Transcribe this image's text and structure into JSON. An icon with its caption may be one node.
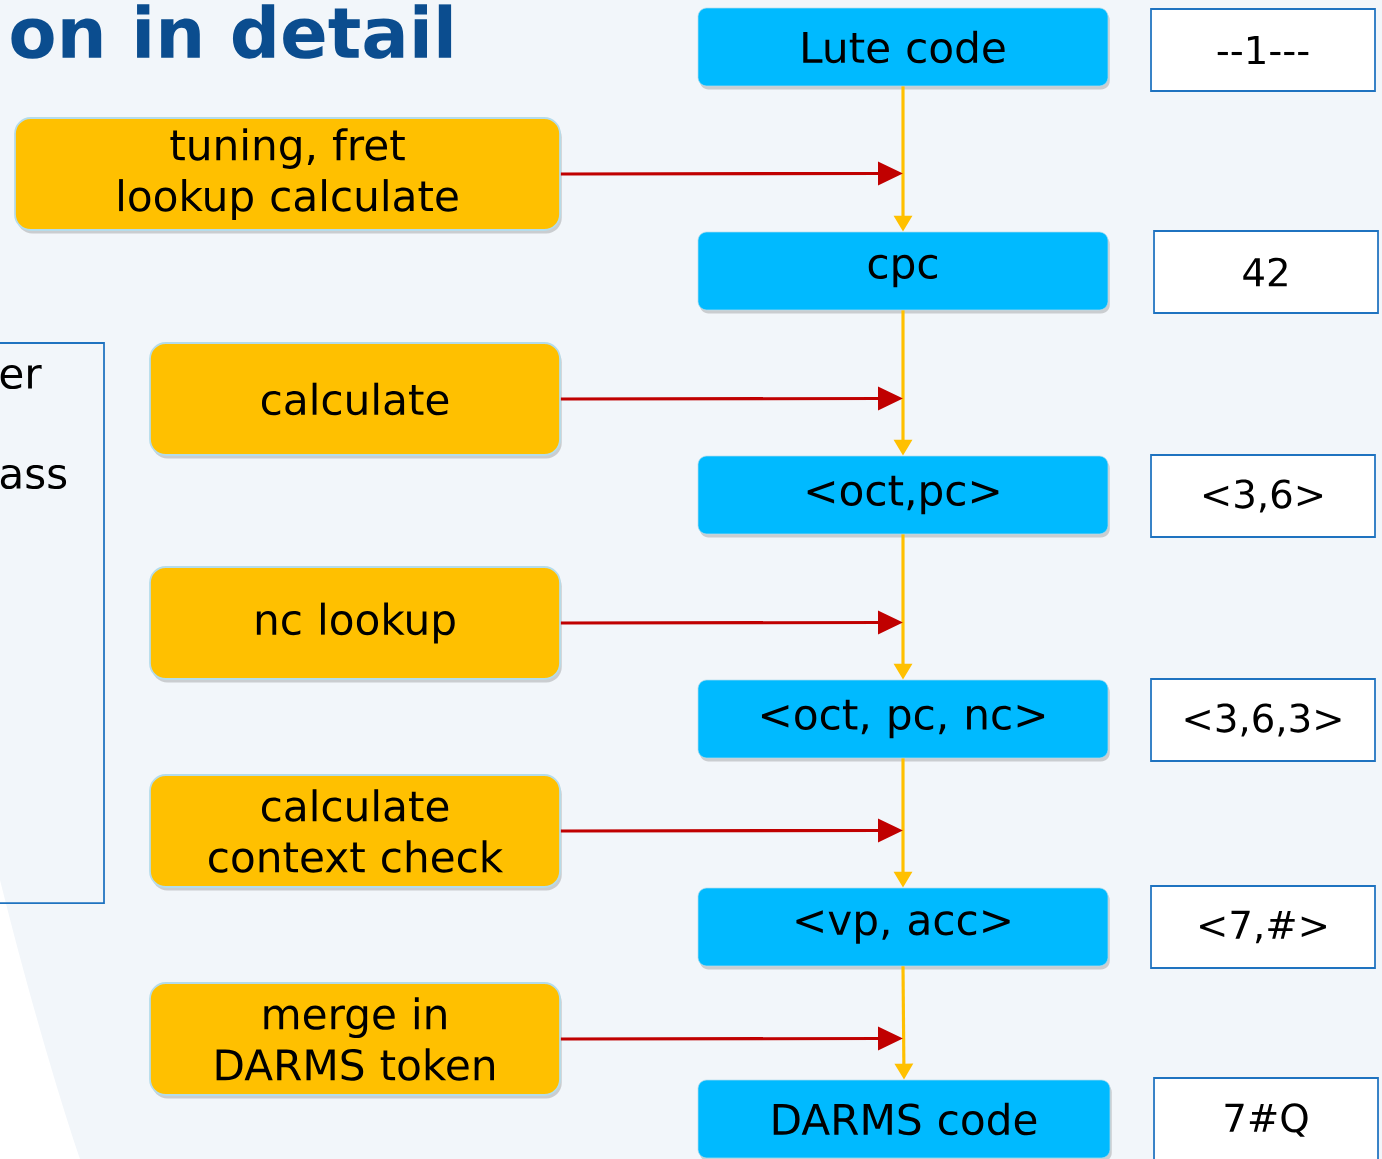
{
  "diagram": {
    "title": "on in detail",
    "nodes": [
      {
        "text": [
          "er",
          "ass"
        ]
      },
      {
        "text": [
          "Lute code"
        ]
      },
      {
        "text": [
          "--1---"
        ]
      },
      {
        "text": [
          "tuning, fret lookup calculate"
        ]
      },
      {
        "text": [
          "cpc"
        ]
      },
      {
        "text": [
          "42"
        ]
      },
      {
        "text": [
          "calculate"
        ]
      },
      {
        "text": [
          "<oct,pc>"
        ]
      },
      {
        "text": [
          "<3,6>"
        ]
      },
      {
        "text": [
          "nc lookup"
        ]
      },
      {
        "text": [
          "<oct, pc, nc>"
        ]
      },
      {
        "text": [
          "<3,6,3>"
        ]
      },
      {
        "text": [
          "calculate context check"
        ]
      },
      {
        "text": [
          "<vp, acc>"
        ]
      },
      {
        "text": [
          "<7,#>"
        ]
      },
      {
        "text": [
          "merge in DARMS token"
        ]
      },
      {
        "text": [
          "DARMS code"
        ]
      },
      {
        "text": [
          "7#Q"
        ]
      }
    ],
    "edges": [
      {
        "from": 1,
        "to": 4,
        "arrow": "to",
        "color": "#ffc000"
      },
      {
        "from": 4,
        "to": 7,
        "arrow": "to",
        "color": "#ffc000"
      },
      {
        "from": 7,
        "to": 10,
        "arrow": "to",
        "color": "#ffc000"
      },
      {
        "from": 10,
        "to": 13,
        "arrow": "to",
        "color": "#ffc000"
      },
      {
        "from": 13,
        "to": 16,
        "arrow": "to",
        "color": "#ffc000"
      },
      {
        "from": 3,
        "to": null,
        "arrow": "to",
        "color": "#c00000"
      },
      {
        "from": 6,
        "to": null,
        "arrow": "to",
        "color": "#c00000"
      },
      {
        "from": 9,
        "to": null,
        "arrow": "to",
        "color": "#c00000"
      },
      {
        "from": 12,
        "to": null,
        "arrow": "to",
        "color": "#c00000"
      },
      {
        "from": 15,
        "to": null,
        "arrow": "to",
        "color": "#c00000"
      }
    ]
  }
}
